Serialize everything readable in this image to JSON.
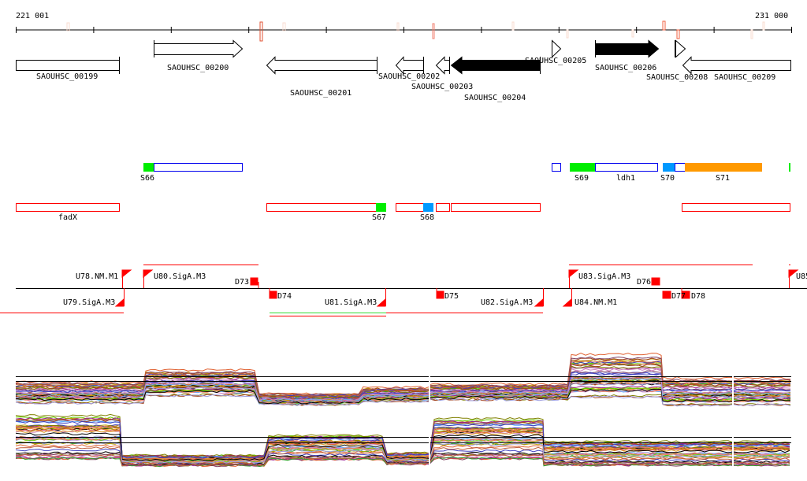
{
  "axis": {
    "start_label": "221 001",
    "end_label": "231 000"
  },
  "genes": [
    "SAOUHSC_00199",
    "SAOUHSC_00200",
    "SAOUHSC_00201",
    "SAOUHSC_00202",
    "SAOUHSC_00203",
    "SAOUHSC_00204",
    "SAOUHSC_00205",
    "SAOUHSC_00206",
    "SAOUHSC_00208",
    "SAOUHSC_00209"
  ],
  "features_top": [
    "S66",
    "S69",
    "ldh1",
    "S70",
    "S71"
  ],
  "features_bottom": [
    "fadX",
    "S67",
    "S68"
  ],
  "transcripts": [
    "U78.NM.M1",
    "U80.SigA.M3",
    "D73",
    "U79.SigA.M3",
    "D74",
    "U81.SigA.M3",
    "D75",
    "U82.SigA.M3",
    "U84.NM.M1",
    "U83.SigA.M3",
    "D76",
    "D77",
    "D78",
    "U85"
  ],
  "colors": {
    "green": "#00ee00",
    "blue": "#0099ff",
    "orange": "#ff9900",
    "red": "#ff0000",
    "outline_blue": "#0000ee"
  }
}
